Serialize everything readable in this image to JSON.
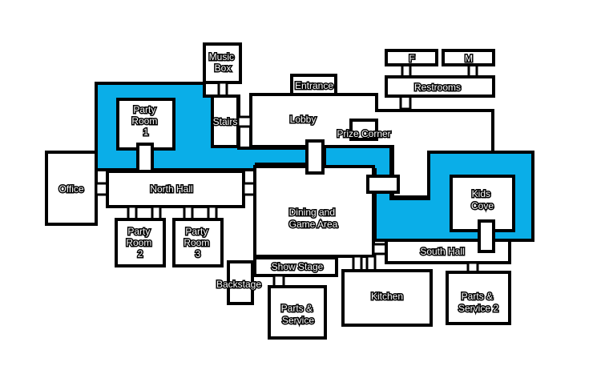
{
  "colors": {
    "highlight": "#0aaee8",
    "room": "#ffffff",
    "outline": "#000000"
  },
  "rooms": {
    "music_box": [
      "Music",
      "Box"
    ],
    "f": "F",
    "m": "M",
    "restrooms": "Restrooms",
    "entrance": "Entrance",
    "party_room_1": [
      "Party",
      "Room",
      "1"
    ],
    "stairs": "Stairs",
    "lobby": "Lobby",
    "prize_corner": "Prize Corner",
    "office": "Office",
    "north_hall": "North Hall",
    "dining": [
      "Dining and",
      "Game Area"
    ],
    "kids_cove": [
      "Kids",
      "Cove"
    ],
    "south_hall": "South Hall",
    "party_room_2": [
      "Party",
      "Room",
      "2"
    ],
    "party_room_3": [
      "Party",
      "Room",
      "3"
    ],
    "show_stage": "Show Stage",
    "backstage": "Backstage",
    "parts_service": [
      "Parts &",
      "Service"
    ],
    "kitchen": "Kitchen",
    "parts_service_2": [
      "Parts &",
      "Service 2"
    ]
  }
}
